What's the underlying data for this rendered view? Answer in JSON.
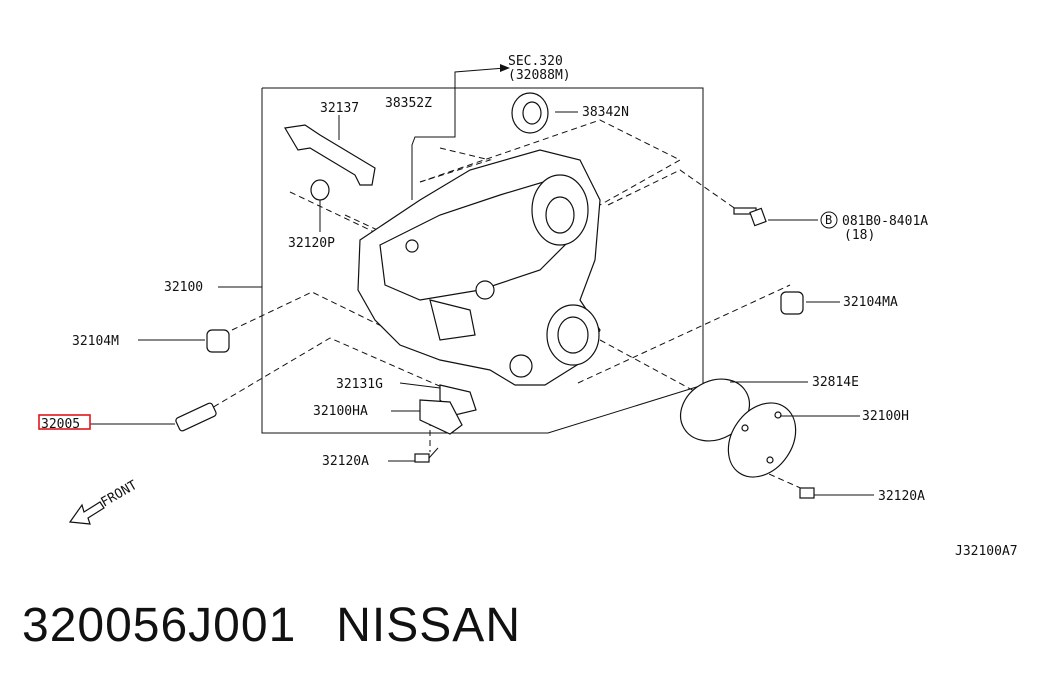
{
  "diagram": {
    "code": "J32100A7",
    "section_ref": {
      "line1": "SEC.320",
      "line2": "(32088M)"
    },
    "front_label": "FRONT",
    "bolt_ref": {
      "circle": "B",
      "part": "081B0-8401A",
      "qty": "(18)"
    },
    "labels": {
      "p32137": "32137",
      "p38352Z": "38352Z",
      "p38342N": "38342N",
      "p32120P": "32120P",
      "p32100": "32100",
      "p32104MA": "32104MA",
      "p32104M": "32104M",
      "p32131G": "32131G",
      "p32814E": "32814E",
      "p32100HA": "32100HA",
      "p32100H": "32100H",
      "p32005": "32005",
      "p32120A_left": "32120A",
      "p32120A_right": "32120A"
    },
    "highlight_color": "#e0161b"
  },
  "footer": {
    "part_number": "320056J001",
    "brand": "NISSAN"
  }
}
